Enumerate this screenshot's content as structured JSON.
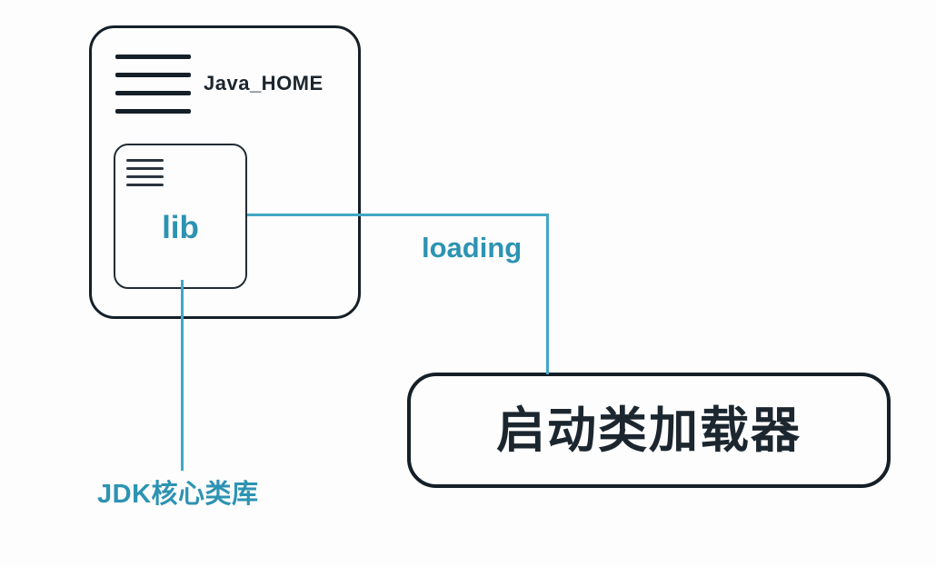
{
  "colors": {
    "dark": "#151f28",
    "dark_text": "#1c262f",
    "teal_line": "#41a7c4",
    "teal_text": "#2d93b2",
    "bg": "#fdfdfd"
  },
  "diagram": {
    "java_home_box": {
      "label": "Java_HOME"
    },
    "lib_box": {
      "label": "lib"
    },
    "loading_label": "loading",
    "bootstrap_box": {
      "label": "启动类加载器"
    },
    "jdk_note": "JDK核心类库"
  }
}
